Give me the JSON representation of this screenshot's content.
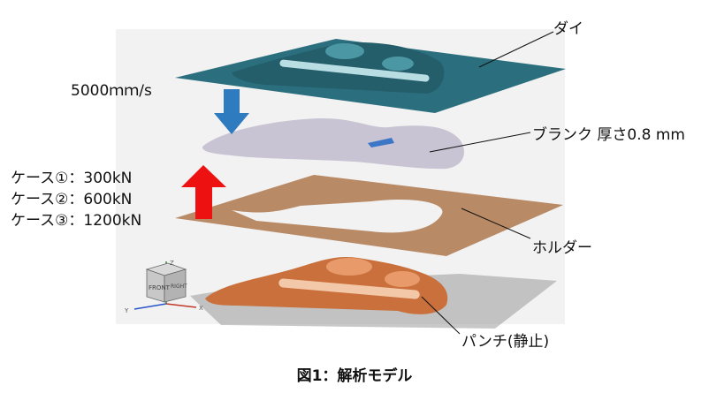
{
  "labels": {
    "die": "ダイ",
    "speed": "5000ｍｍ/s",
    "blank": "ブランク 厚さ0.8 mm",
    "holder": "ホルダー",
    "punch": "パンチ(静止)"
  },
  "cases": [
    "ケース①：300kN",
    "ケース②：600kN",
    "ケース③：1200kN"
  ],
  "view_cube": {
    "face_front": "FRONT",
    "face_right": "RIGHT",
    "axis_z": "Z",
    "axis_x": "X",
    "axis_y": "Y"
  },
  "caption": "図1：解析モデル",
  "colors": {
    "die": "#2b6f7e",
    "blank": "#c9c4d3",
    "holder": "#b98a66",
    "punch": "#c9703c",
    "down_arrow": "#2f7bbf",
    "up_arrow": "#ee1111"
  }
}
